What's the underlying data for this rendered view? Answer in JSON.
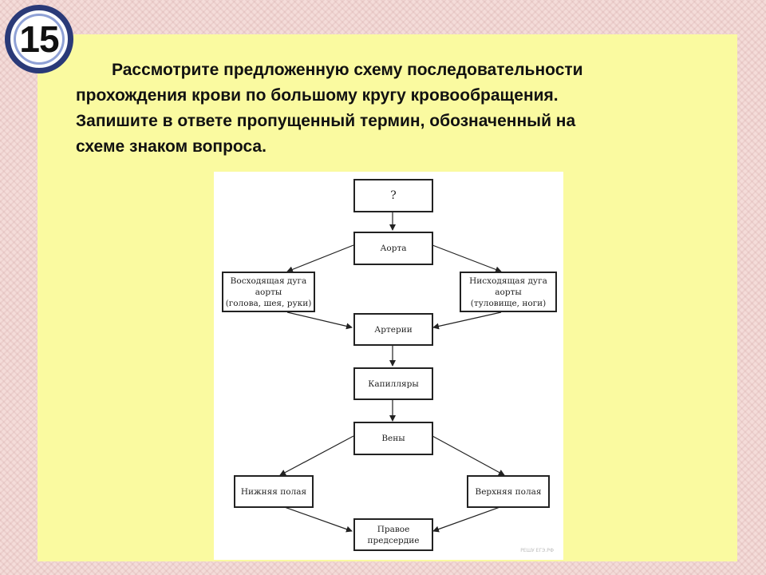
{
  "slide_number": "15",
  "question": {
    "line1": "Рассмотрите предложенную схему последовательности",
    "line2": "прохождения крови по большому кругу кровообращения.",
    "line3": "Запишите в ответе пропущенный термин, обозначенный на",
    "line4": "схеме знаком вопроса."
  },
  "diagram": {
    "nodes": {
      "unknown": "?",
      "aorta": "Аорта",
      "ascending": [
        "Восходящая дуга",
        "аорты",
        "(голова, шея, руки)"
      ],
      "descending": [
        "Нисходящая дуга",
        "аорты",
        "(туловище, ноги)"
      ],
      "arteries": "Артерии",
      "capillaries": "Капилляры",
      "veins": "Вены",
      "lower_vena_cava": "Нижняя полая",
      "upper_vena_cava": "Верхняя полая",
      "right_atrium": [
        "Правое",
        "предсердие"
      ]
    },
    "watermark": "РЕШУ ЕГЭ.РФ"
  },
  "colors": {
    "background": "#f4dcd9",
    "panel": "#fafaa0",
    "badge_ring": "#2a3a78"
  }
}
